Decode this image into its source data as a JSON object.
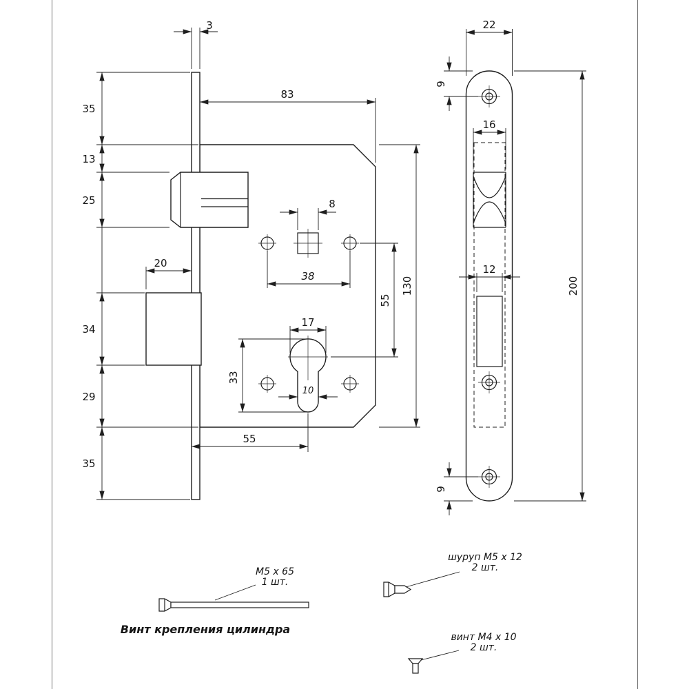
{
  "body_view": {
    "t3": "3",
    "t83": "83",
    "t35a": "35",
    "t13": "13",
    "t25": "25",
    "t20": "20",
    "t34": "34",
    "t29": "29",
    "t35b": "35",
    "t8": "8",
    "t38": "38",
    "t55v": "55",
    "t130": "130",
    "t17": "17",
    "t33": "33",
    "t10": "10",
    "t55h": "55"
  },
  "plate_view": {
    "t22": "22",
    "t9a": "9",
    "t16": "16",
    "t12": "12",
    "t200": "200",
    "t9b": "9"
  },
  "hardware": {
    "s1_label": "M5 x 65",
    "s1_qty": "1 шт.",
    "s1_caption": "Винт крепления цилиндра",
    "s2_label": "шуруп M5 x 12",
    "s2_qty": "2 шт.",
    "s3_label": "винт M4 x 10",
    "s3_qty": "2 шт."
  }
}
